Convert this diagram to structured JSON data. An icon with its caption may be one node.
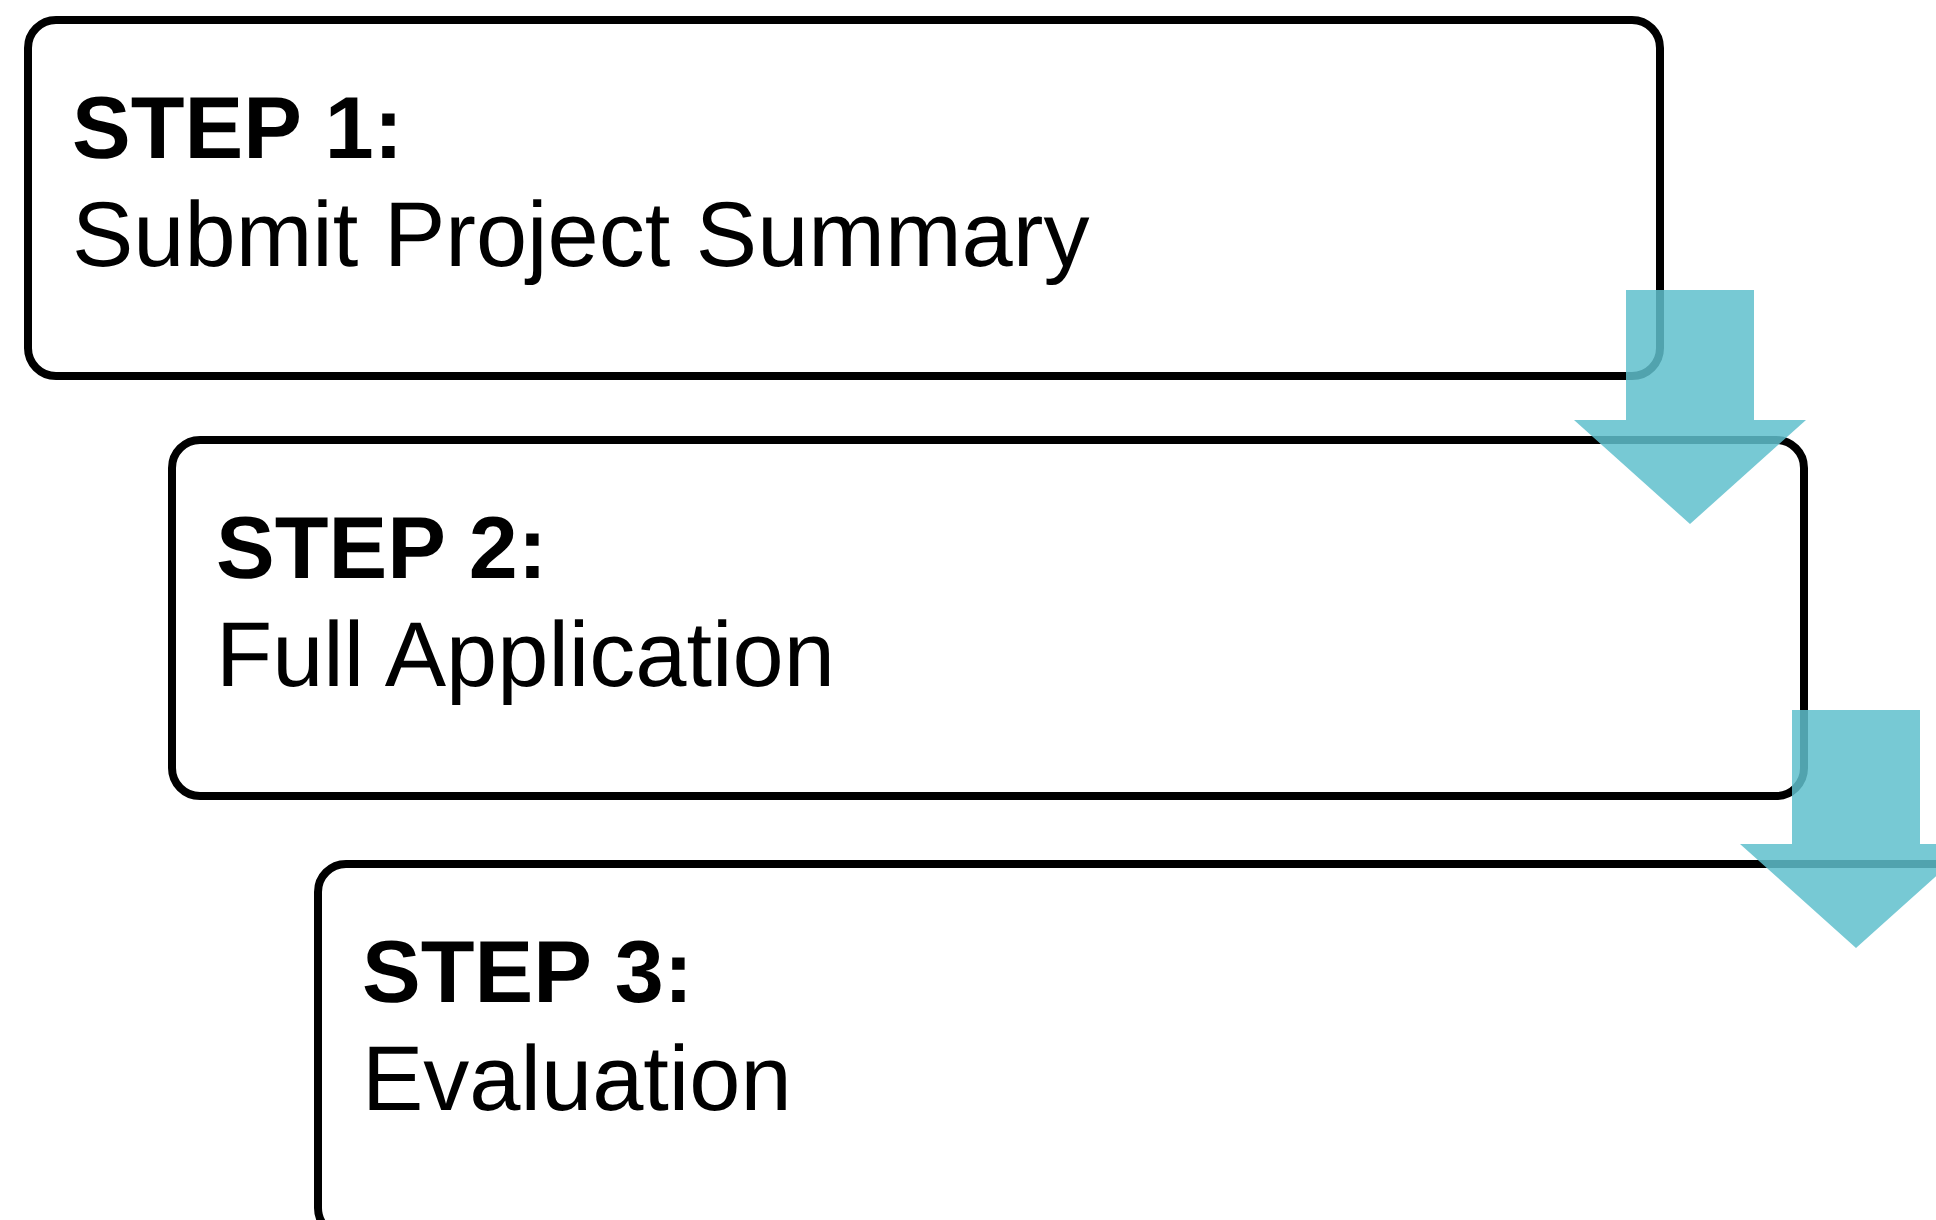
{
  "diagram": {
    "nodes": [
      {
        "text": [
          "STEP 1:",
          "Submit Project Summary"
        ]
      },
      {
        "text": [
          "STEP 2:",
          "Full Application"
        ]
      },
      {
        "text": [
          "STEP 3:",
          "Evaluation"
        ]
      }
    ],
    "edges": [
      {
        "from": 0,
        "to": 1,
        "arrow": "to"
      },
      {
        "from": 1,
        "to": 2,
        "arrow": "to"
      }
    ]
  }
}
